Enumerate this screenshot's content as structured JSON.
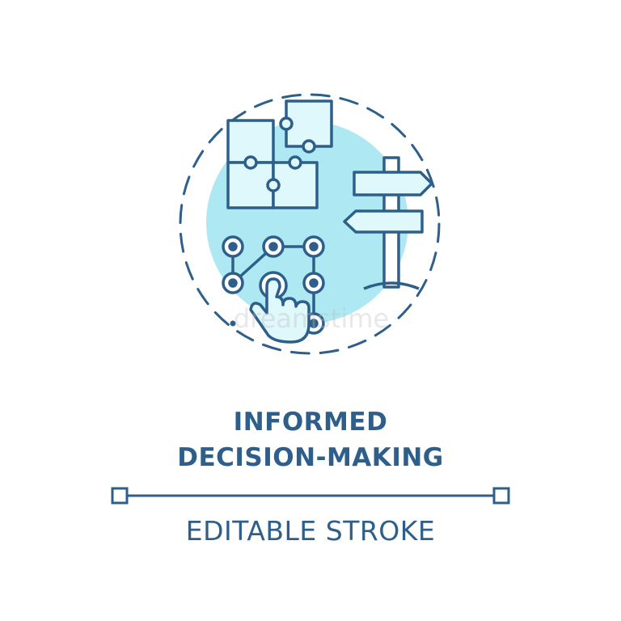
{
  "illustration": {
    "icons": [
      "puzzle-icon",
      "signpost-icon",
      "pattern-lock-icon",
      "pointing-hand-icon"
    ],
    "colors": {
      "stroke": "#2e5f8a",
      "fill_light": "#b6eef6",
      "circle_bg": "#aee9f3"
    }
  },
  "title": {
    "line1": "INFORMED",
    "line2": "DECISION-MAKING"
  },
  "subtitle": "EDITABLE STROKE",
  "watermark": "dreamstime"
}
